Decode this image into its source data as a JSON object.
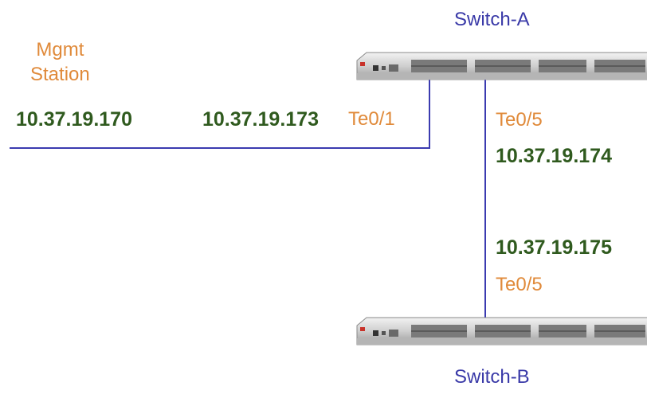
{
  "nodes": {
    "mgmt_station": {
      "line1": "Mgmt",
      "line2": "Station",
      "ip": "10.37.19.170"
    },
    "switch_a": {
      "label": "Switch-A",
      "te01_ip": "10.37.19.173",
      "te01_port": "Te0/1",
      "te05_port": "Te0/5",
      "te05_ip": "10.37.19.174"
    },
    "switch_b": {
      "label": "Switch-B",
      "te05_ip": "10.37.19.175",
      "te05_port": "Te0/5"
    }
  },
  "colors": {
    "port_label": "#e08a3a",
    "switch_label": "#3a3aa8",
    "ip_label": "#2f5a1e",
    "link_line": "#3b3bb0"
  }
}
